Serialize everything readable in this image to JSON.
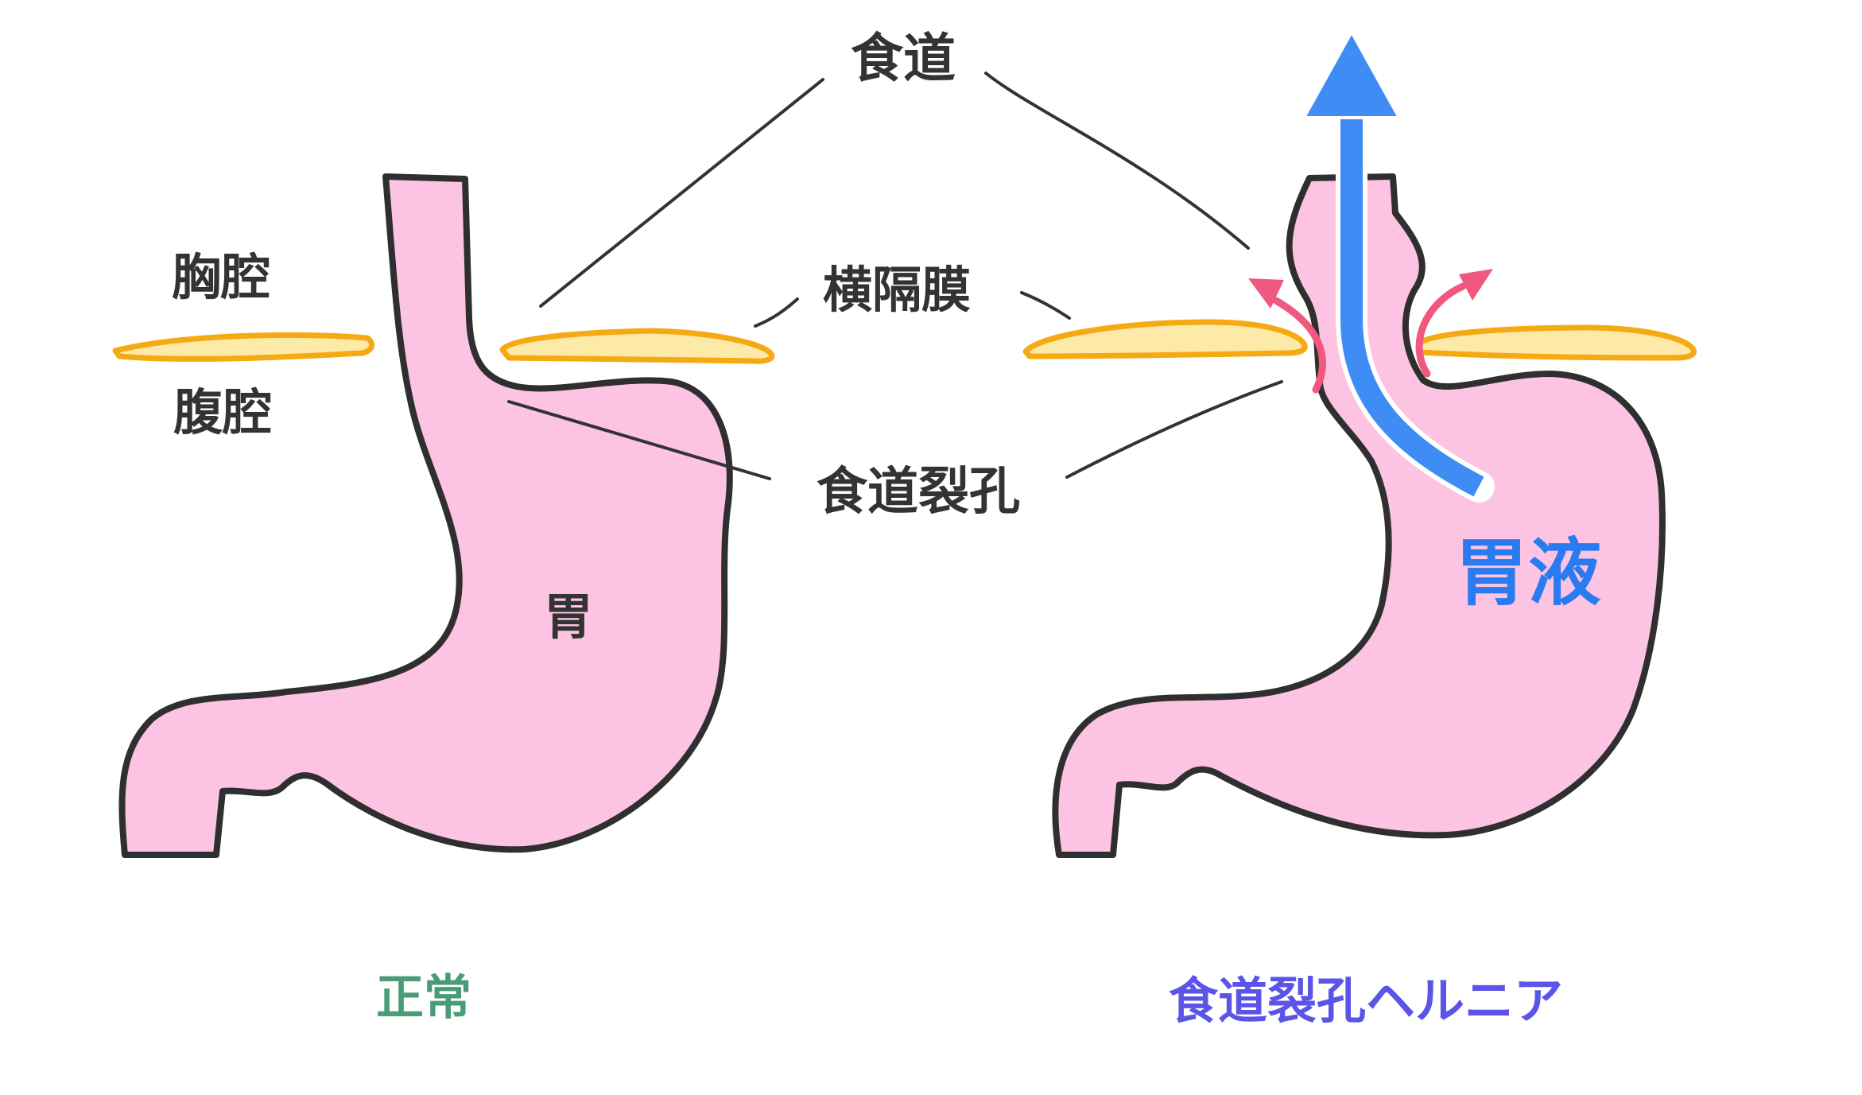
{
  "labels": {
    "esophagus": "食道",
    "diaphragm": "横隔膜",
    "hiatus": "食道裂孔",
    "thoracic_cavity": "胸腔",
    "abdominal_cavity": "腹腔",
    "stomach": "胃",
    "gastric_juice": "胃液",
    "normal_caption": "正常",
    "hernia_caption": "食道裂孔ヘルニア"
  },
  "colors": {
    "stomach_fill": "#fcc3e2",
    "outline": "#2f2f2f",
    "diaphragm_fill": "#fde9a8",
    "diaphragm_stroke": "#f5a913",
    "reflux_arrow": "#3f8cf5",
    "pressure_arrow": "#f1587f",
    "normal_caption": "#4a9c78",
    "hernia_caption": "#5a55e8",
    "gastric_juice_text": "#2a7af0",
    "label_text": "#333333"
  }
}
